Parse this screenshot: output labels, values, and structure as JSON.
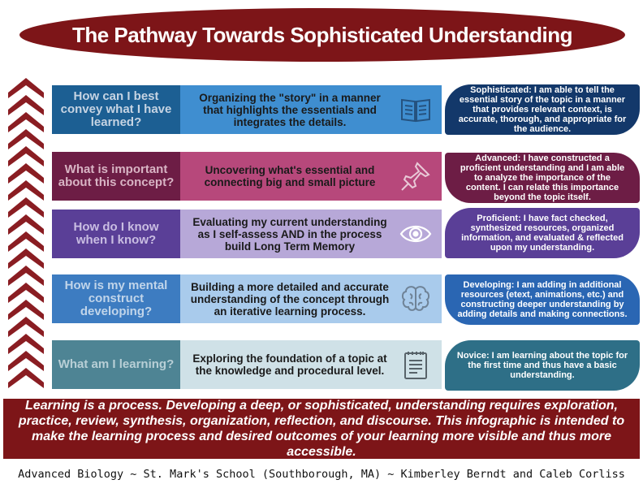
{
  "title": "The Pathway Towards Sophisticated Understanding",
  "rows": [
    {
      "question": "How can I best convey what I have learned?",
      "description": "Organizing the \"story\" in a manner that highlights the essentials and integrates the details.",
      "icon": "book-icon",
      "outcome": "Sophisticated:  I am able to tell the essential story of the topic in a manner that provides relevant context, is accurate, thorough, and appropriate for the audience.",
      "colors": {
        "question_bg": "#1c5f93",
        "question_text": "#c6d4e3",
        "desc_bg": "#3f8ed0",
        "outcome_bg": "#13386a"
      }
    },
    {
      "question": "What is important about this concept?",
      "description": "Uncovering what's essential and connecting big and small picture",
      "icon": "pushpin-icon",
      "outcome": "Advanced:  I have constructed a proficient understanding and I am able to analyze the importance of the content.  I can relate this importance beyond the topic itself.",
      "colors": {
        "question_bg": "#6d1d45",
        "question_text": "#d8b4c4",
        "desc_bg": "#b7487b",
        "outcome_bg": "#6d1d45"
      }
    },
    {
      "question": "How do I know when I know?",
      "description": "Evaluating my current understanding as I self-assess AND in the process build Long Term Memory",
      "icon": "eye-icon",
      "outcome": "Proficient:  I have fact checked, synthesized resources, organized information, and evaluated & reflected upon my understanding.",
      "colors": {
        "question_bg": "#5a3f97",
        "question_text": "#c9bde2",
        "desc_bg": "#b7a8d8",
        "outcome_bg": "#5a3f97"
      }
    },
    {
      "question": "How is my mental construct developing?",
      "description": "Building a more detailed and accurate understanding of the concept through an iterative learning process.",
      "icon": "brain-icon",
      "outcome": "Developing:  I am adding in additional resources (etext, animations, etc.) and constructing deeper understanding by adding details and making connections.",
      "colors": {
        "question_bg": "#3d7cc1",
        "question_text": "#c1d5ea",
        "desc_bg": "#a9cbec",
        "outcome_bg": "#2a66b3"
      }
    },
    {
      "question": "What am I learning?",
      "description": "Exploring the foundation of a topic at the knowledge and procedural level.",
      "icon": "clipboard-icon",
      "outcome": "Novice:  I am learning about the topic for the first time and thus have a basic understanding.",
      "colors": {
        "question_bg": "#4e8494",
        "question_text": "#b8cfd6",
        "desc_bg": "#cfe1e7",
        "outcome_bg": "#2e6f87"
      }
    }
  ],
  "footer": "Learning is a process.  Developing a deep, or sophisticated, understanding requires exploration, practice, review, synthesis, organization, reflection, and discourse.  This infographic is intended to make the learning process and desired outcomes of your learning more visible and thus more accessible.",
  "credit": "Advanced Biology ~ St. Mark's School (Southborough, MA) ~ Kimberley Berndt and Caleb Corliss",
  "accent_color": "#7d1518"
}
